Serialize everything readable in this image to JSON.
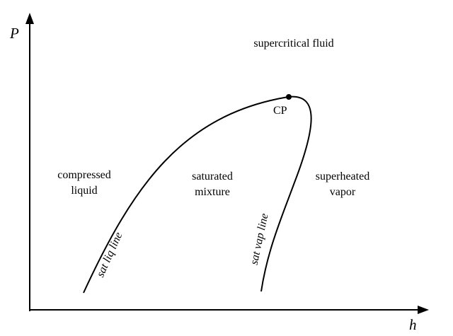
{
  "axes": {
    "y_label": "P",
    "x_label": "h"
  },
  "regions": {
    "supercritical": "supercritical fluid",
    "compressed_line1": "compressed",
    "compressed_line2": "liquid",
    "saturated_line1": "saturated",
    "saturated_line2": "mixture",
    "superheated_line1": "superheated",
    "superheated_line2": "vapor"
  },
  "curves": {
    "sat_liq": "sat liq line",
    "sat_vap": "sat vap line"
  },
  "critical_point": {
    "label": "CP"
  },
  "colors": {
    "ink": "#000000",
    "background": "#ffffff"
  }
}
